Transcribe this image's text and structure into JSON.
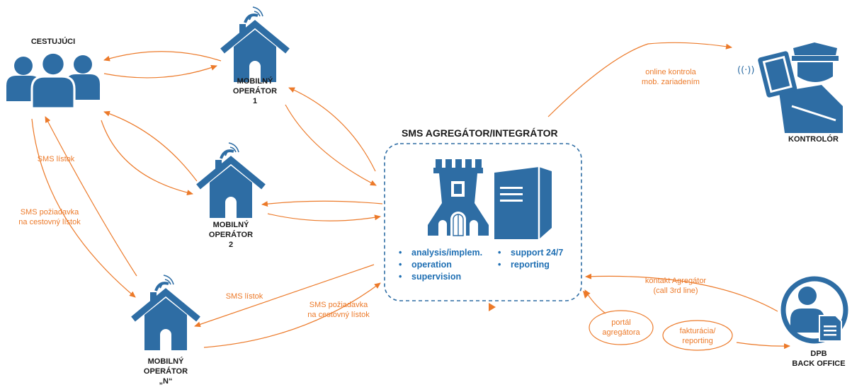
{
  "actors": {
    "travelers": "CESTUJÚCI",
    "operator1": [
      "MOBILNÝ",
      "OPERÁTOR",
      "1"
    ],
    "operator2": [
      "MOBILNÝ",
      "OPERÁTOR",
      "2"
    ],
    "operatorN": [
      "MOBILNÝ",
      "OPERÁTOR",
      "„N“"
    ],
    "inspector": "KONTROLÓR",
    "backoffice": [
      "DPB",
      "BACK OFFICE"
    ]
  },
  "aggregator": {
    "title": "SMS AGREGÁTOR/INTEGRÁTOR",
    "services_left": [
      "analysis/implem.",
      "operation",
      "supervision"
    ],
    "services_right": [
      "support 24/7",
      "reporting"
    ]
  },
  "flows": {
    "sms_ticket_left": "SMS lístok",
    "sms_request_left": [
      "SMS požiadavka",
      "na cestovný lístok"
    ],
    "sms_ticket_bottom": "SMS lístok",
    "sms_request_bottom": [
      "SMS požiadavka",
      "na cestovný lístok"
    ],
    "online_check": [
      "online kontrola",
      "mob. zariadením"
    ],
    "contact_aggregator": [
      "kontakt Agregátor",
      "(call 3rd line)"
    ],
    "portal": [
      "portál",
      "agregátora"
    ],
    "invoicing": [
      "fakturácia/",
      "reporting"
    ]
  },
  "colors": {
    "icon_blue": "#2e6da4",
    "accent_orange": "#ec7a2a",
    "text_blue": "#1f6fb3",
    "label_dark": "#1a1a1a"
  },
  "icons": [
    "house-with-satellite-icon",
    "people-group-icon",
    "tower-icon",
    "server-icon",
    "inspector-icon",
    "office-worker-icon"
  ]
}
